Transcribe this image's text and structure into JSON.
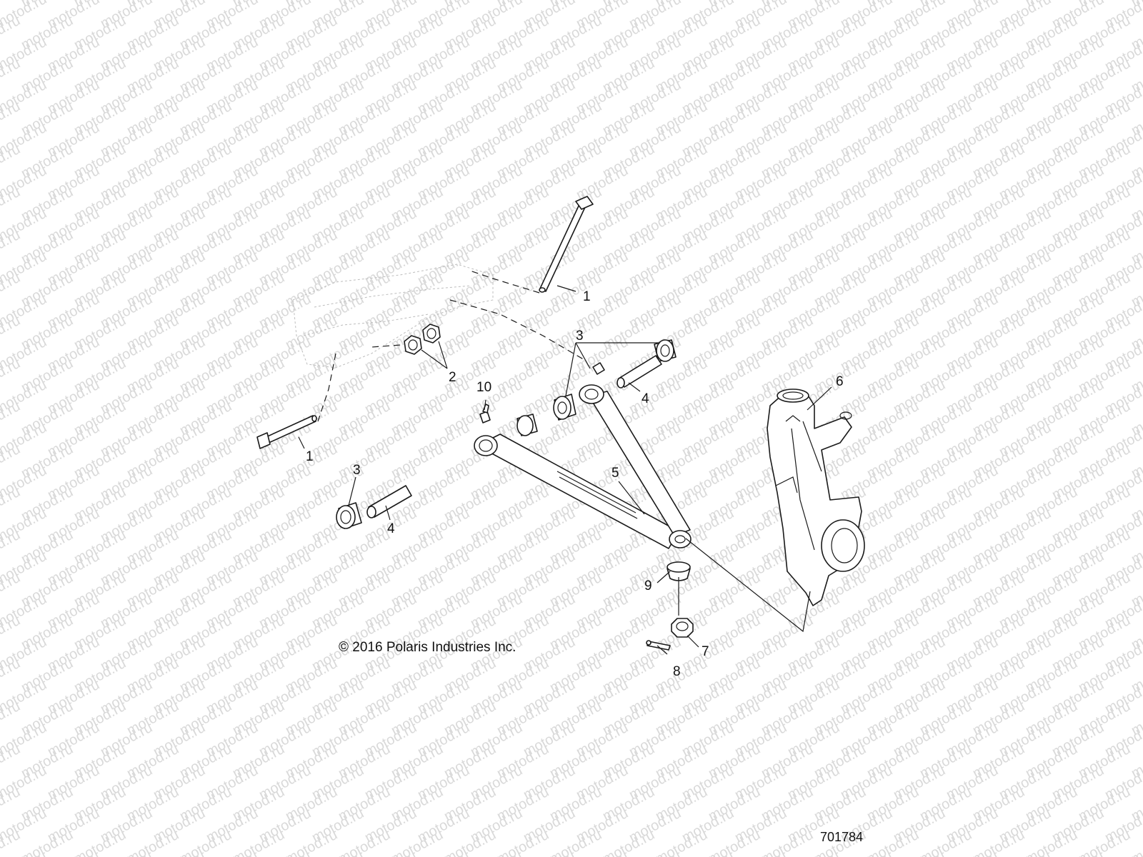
{
  "watermark": {
    "text": "motod.ru"
  },
  "copyright": "© 2016 Polaris Industries Inc.",
  "figure_number": "701784",
  "callouts": {
    "bolt_upper": "1",
    "bolt_lower": "1",
    "nuts": "2",
    "bushing_upper": "3",
    "bushing_lower": "3",
    "sleeve_upper": "4",
    "sleeve_lower": "4",
    "a_arm": "5",
    "spindle": "6",
    "castle_nut": "7",
    "cotter_pin": "8",
    "boot": "9",
    "grease_fitting": "10"
  }
}
